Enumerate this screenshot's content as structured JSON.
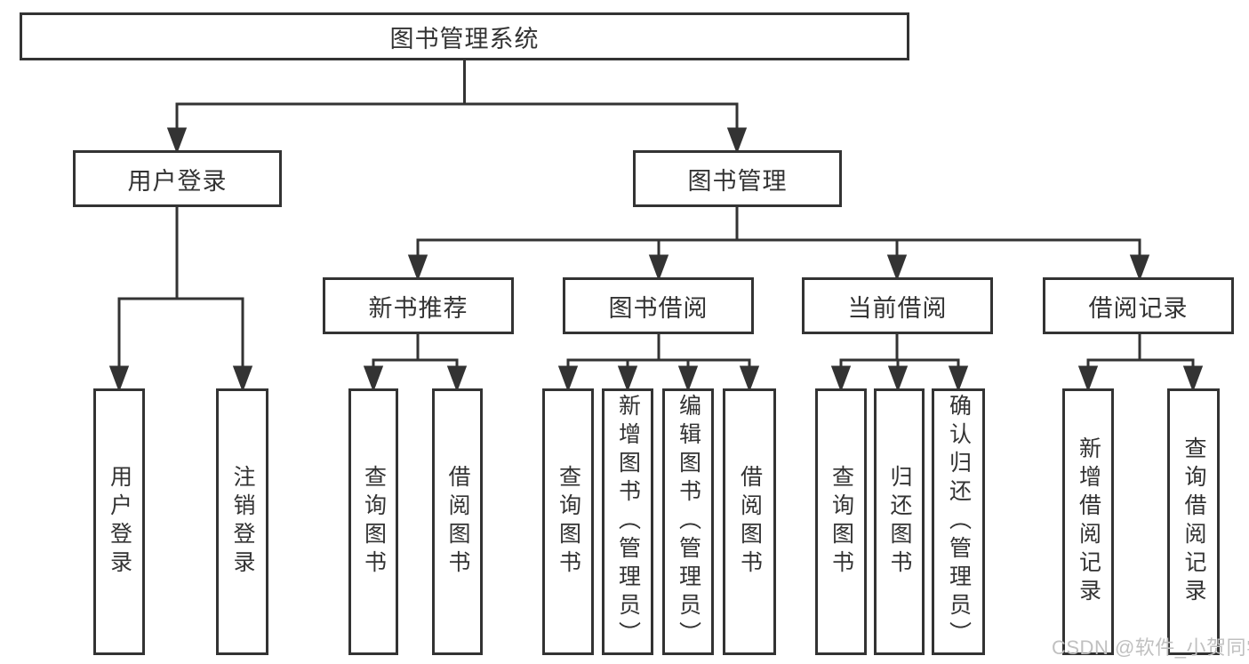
{
  "nodes": {
    "root": "图书管理系统",
    "user_login": "用户登录",
    "book_mgmt": "图书管理",
    "new_book_rec": "新书推荐",
    "book_borrow": "图书借阅",
    "current_borrow": "当前借阅",
    "borrow_records": "借阅记录",
    "leaf_login": "用户登录",
    "leaf_logout": "注销登录",
    "leaf_rec_query": "查询图书",
    "leaf_rec_borrow": "借阅图书",
    "leaf_bor_query": "查询图书",
    "leaf_bor_add": "新增图书（管理员）",
    "leaf_bor_edit": "编辑图书（管理员）",
    "leaf_bor_borrow": "借阅图书",
    "leaf_cur_query": "查询图书",
    "leaf_cur_return": "归还图书",
    "leaf_cur_confirm": "确认归还（管理员）",
    "leaf_records_add": "新增借阅记录",
    "leaf_records_query": "查询借阅记录"
  },
  "watermark": "CSDN @软件_小贺同学",
  "colors": {
    "line": "#333333",
    "text": "#333333",
    "watermark": "#c0c0c0",
    "background": "#ffffff"
  }
}
